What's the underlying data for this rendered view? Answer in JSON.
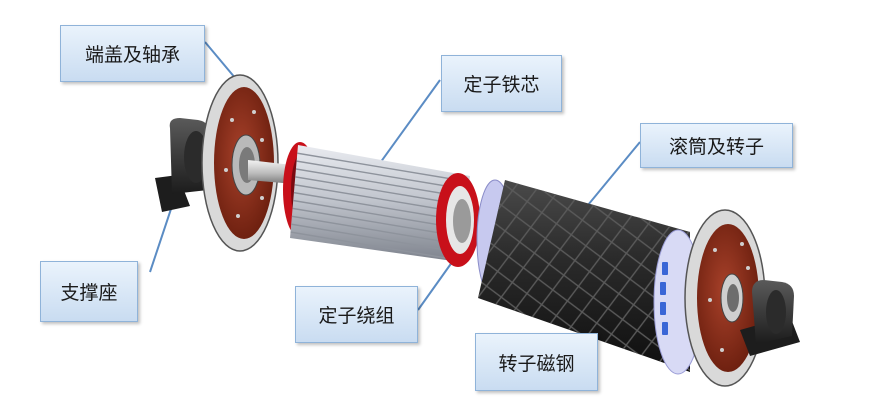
{
  "labels": {
    "end_cover_bearing": "端盖及轴承",
    "stator_core": "定子铁芯",
    "drum_rotor": "滚筒及转子",
    "support_seat": "支撑座",
    "stator_winding": "定子绕组",
    "rotor_magnet": "转子磁钢"
  },
  "colors": {
    "callout_fill": "#d6e6f6",
    "callout_border": "#8fb3d9",
    "leader_line": "#5b8cc4",
    "winding_red": "#c8101a",
    "disc_red": "#8b2a14",
    "drum_dark": "#232323",
    "magnet_blue": "#3a66d6"
  }
}
